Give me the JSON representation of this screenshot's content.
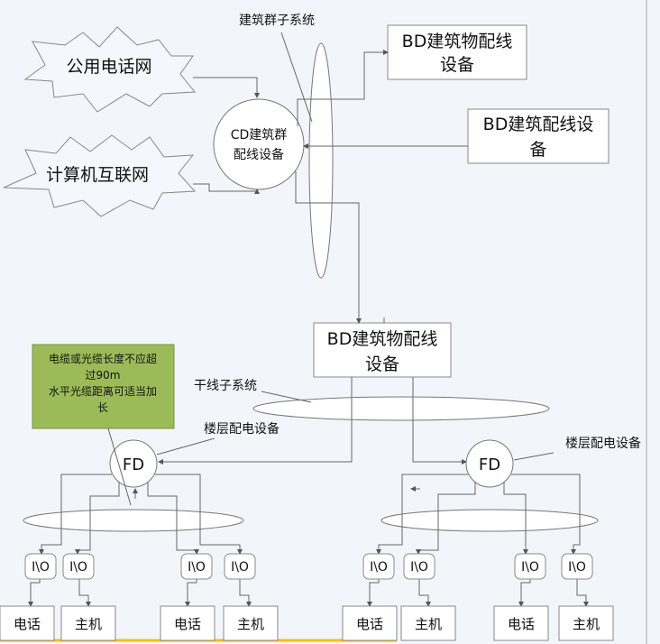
{
  "labels": {
    "cluster_subsystem": "建筑群子系统",
    "trunk_subsystem": "干线子系统",
    "floor_dist_left": "楼层配电设备",
    "floor_dist_right": "楼层配电设备"
  },
  "stars": {
    "phone_network": "公用电话网",
    "computer_network": "计算机互联网"
  },
  "cd": {
    "line1": "CD建筑群",
    "line2": "配线设备"
  },
  "bd_top": {
    "line1": "BD建筑物配线",
    "line2": "设备"
  },
  "bd_right": {
    "line1": "BD建筑配线设",
    "line2": "备"
  },
  "bd_mid": {
    "line1": "BD建筑物配线",
    "line2": "设备"
  },
  "note": {
    "line1": "电缆或光缆长度不应超",
    "line2": "过90m",
    "line3": "水平光缆距离可适当加",
    "line4": "长"
  },
  "fd": {
    "left": "FD",
    "right": "FD"
  },
  "io": [
    "I\\O",
    "I\\O",
    "I\\O",
    "I\\O",
    "I\\O",
    "I\\O",
    "I\\O",
    "I\\O"
  ],
  "devices": [
    "电话",
    "主机",
    "电话",
    "主机",
    "电话",
    "主机",
    "电话",
    "主机"
  ],
  "colors": {
    "note_fill": "#9bbb59",
    "line": "#666666"
  }
}
